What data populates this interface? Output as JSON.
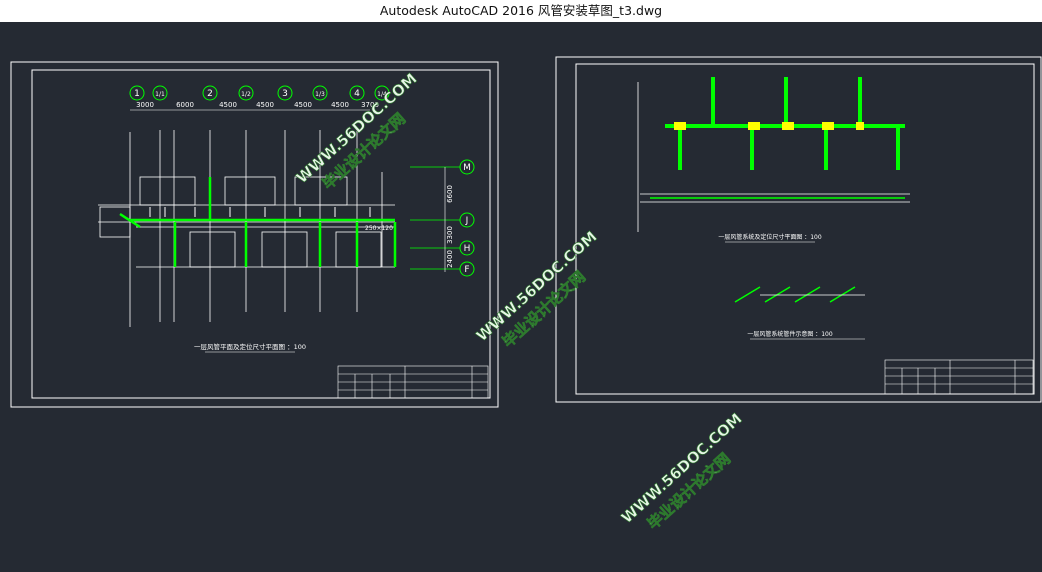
{
  "window": {
    "title": "Autodesk AutoCAD 2016    风管安装草图_t3.dwg"
  },
  "colors": {
    "background": "#252a33",
    "lines": "#ffffff",
    "duct": "#00ff00",
    "fitting": "#ffff00",
    "watermark": "#e8f5e8",
    "watermark_stroke": "#2d7a2d",
    "grid_bubble": "#00ff00"
  },
  "sheet1": {
    "grid_labels_top": [
      "1",
      "1/1",
      "2",
      "1/2",
      "3",
      "1/3",
      "4",
      "1/4"
    ],
    "dims_top": [
      "3000",
      "6000",
      "4500",
      "4500",
      "4500",
      "4500",
      "3700"
    ],
    "grid_labels_right": [
      "M",
      "J",
      "H",
      "F"
    ],
    "dims_right": [
      "6600",
      "3300",
      "2400"
    ],
    "duct_size": "250×120",
    "caption": "一层风管平面及定位尺寸平面图 ：100"
  },
  "sheet2": {
    "caption1": "一层风管系统及定位尺寸平面图 ：100",
    "caption2": "一层风管系统管件示意图 ：100"
  },
  "watermarks": [
    {
      "url": "WWW.56DOC.COM",
      "cn": "毕业设计论文网"
    },
    {
      "url": "WWW.56DOC.COM",
      "cn": "毕业设计论文网"
    },
    {
      "url": "WWW.56DOC.COM",
      "cn": "毕业设计论文网"
    }
  ]
}
